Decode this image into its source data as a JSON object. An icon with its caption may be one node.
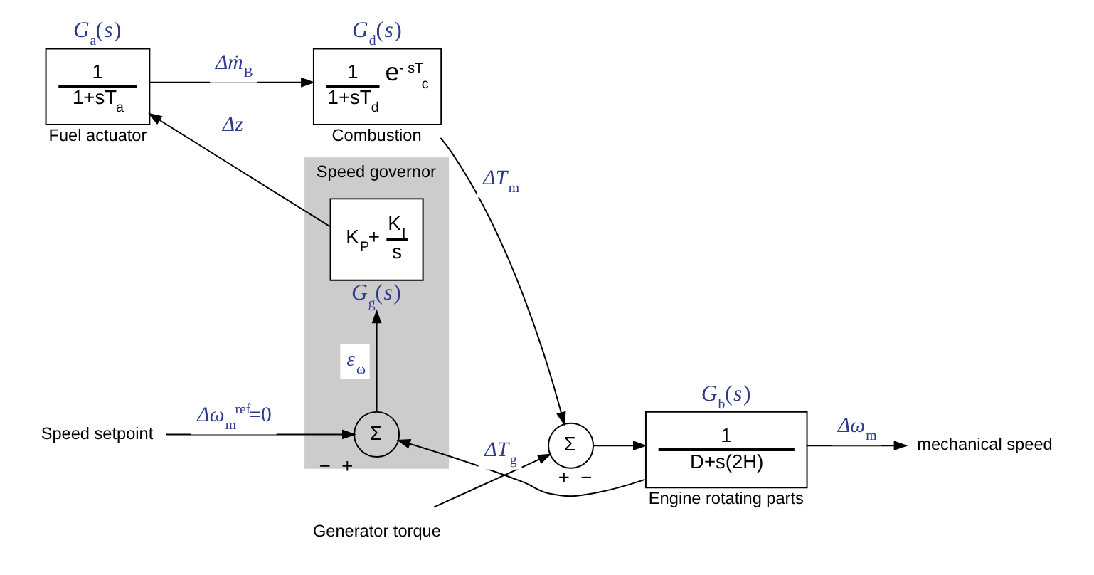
{
  "diagram": {
    "nodes": [
      {
        "text": [
          "*G*$_{a}$(*s*)",
          "1",
          "1+sT$_{a}$"
        ],
        "beside": [
          "Fuel actuator"
        ]
      },
      {
        "text": [
          "*G*$_{d}$(*s*)",
          "1",
          "1+sT$_{d}$",
          "e$^{- sT}$$_{c}$"
        ],
        "beside": [
          "Combustion"
        ]
      },
      {
        "text": [
          "Σ"
        ],
        "beside": [
          "+",
          "−"
        ]
      },
      {
        "text": [
          "*G*$_{b}$(*s*)",
          "1",
          "D+s(2H)"
        ],
        "beside": [
          "Engine rotating parts"
        ]
      },
      {
        "text": [
          "Speed governor"
        ]
      },
      {
        "text": [
          "K$_{P}$+",
          "K$_{I}$",
          "s"
        ],
        "in": 4,
        "beside": [
          "*G*$_{g}$(*s*)"
        ]
      },
      {
        "text": [
          "Σ"
        ],
        "in": 4,
        "beside": [
          "−",
          "+"
        ]
      },
      {
        "text": [
          "Generator torque"
        ]
      },
      {
        "text": [
          "mechanical speed"
        ]
      },
      {
        "text": [
          "Speed setpoint"
        ]
      }
    ],
    "edges": [
      {
        "from": 5,
        "to": 0,
        "arrow": "to",
        "label": "*Δz*"
      },
      {
        "from": 0,
        "to": 1,
        "arrow": "to",
        "label": "*Δṁ*$_{B}$"
      },
      {
        "from": 1,
        "to": 2,
        "arrow": "to",
        "label": "*ΔT*$_{m}$"
      },
      {
        "from": 7,
        "to": 2,
        "arrow": "to",
        "label": "*ΔT*$_{g}$"
      },
      {
        "from": 2,
        "to": 3,
        "arrow": "to"
      },
      {
        "from": 3,
        "to": 8,
        "arrow": "to",
        "label": "*Δω*$_{m}$"
      },
      {
        "from": 3,
        "to": 6,
        "arrow": "to"
      },
      {
        "from": 9,
        "to": 6,
        "arrow": "to",
        "label": "*Δω*$_{m}$$^{ref}$=0"
      },
      {
        "from": 6,
        "to": 5,
        "arrow": "to",
        "label": "*ε*$_{ω}$"
      }
    ]
  }
}
